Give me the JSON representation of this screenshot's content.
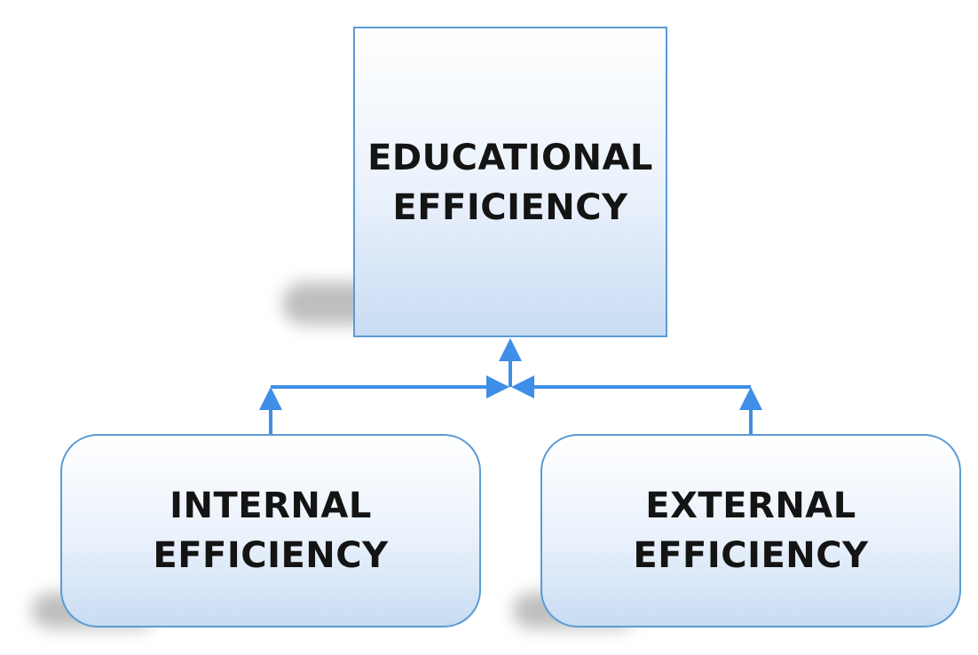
{
  "diagram": {
    "nodes": {
      "top": {
        "label": "EDUCATIONAL\nEFFICIENCY"
      },
      "left": {
        "label": "INTERNAL\nEFFICIENCY"
      },
      "right": {
        "label": "EXTERNAL\nEFFICIENCY"
      }
    },
    "colors": {
      "connector": "#3f8ee8",
      "node_border": "#5b9bd5",
      "text": "#141414"
    }
  }
}
